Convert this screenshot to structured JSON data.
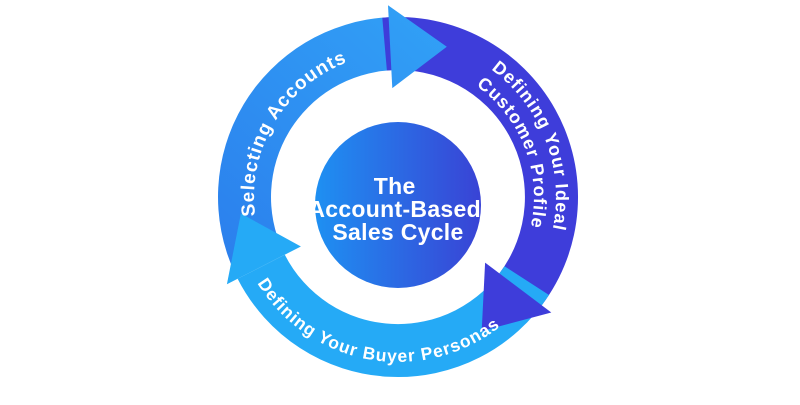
{
  "background_color": "#FFFFFF",
  "diagram": {
    "type": "cycle",
    "flow_direction": "clockwise",
    "center": {
      "title_lines": [
        "The",
        "Account-Based",
        "Sales Cycle"
      ],
      "text_color": "#FFFFFF",
      "gradient_start": "#1E90F2",
      "gradient_end": "#3943D5"
    },
    "segments": [
      {
        "id": "selecting-accounts",
        "order": 1,
        "label": "Selecting Accounts",
        "gradient_start": "#2B7DEC",
        "gradient_end": "#31A0F6",
        "text_color": "#FFFFFF"
      },
      {
        "id": "defining-your-ideal-customer-profile",
        "order": 2,
        "label": "Defining Your Ideal Customer Profile",
        "label_lines": [
          "Defining Your Ideal",
          "Customer Profile"
        ],
        "color": "#3E3DDA",
        "text_color": "#FFFFFF"
      },
      {
        "id": "defining-your-buyer-personas",
        "order": 3,
        "label": "Defining Your Buyer Personas",
        "color": "#25AAF6",
        "text_color": "#FFFFFF"
      }
    ]
  }
}
